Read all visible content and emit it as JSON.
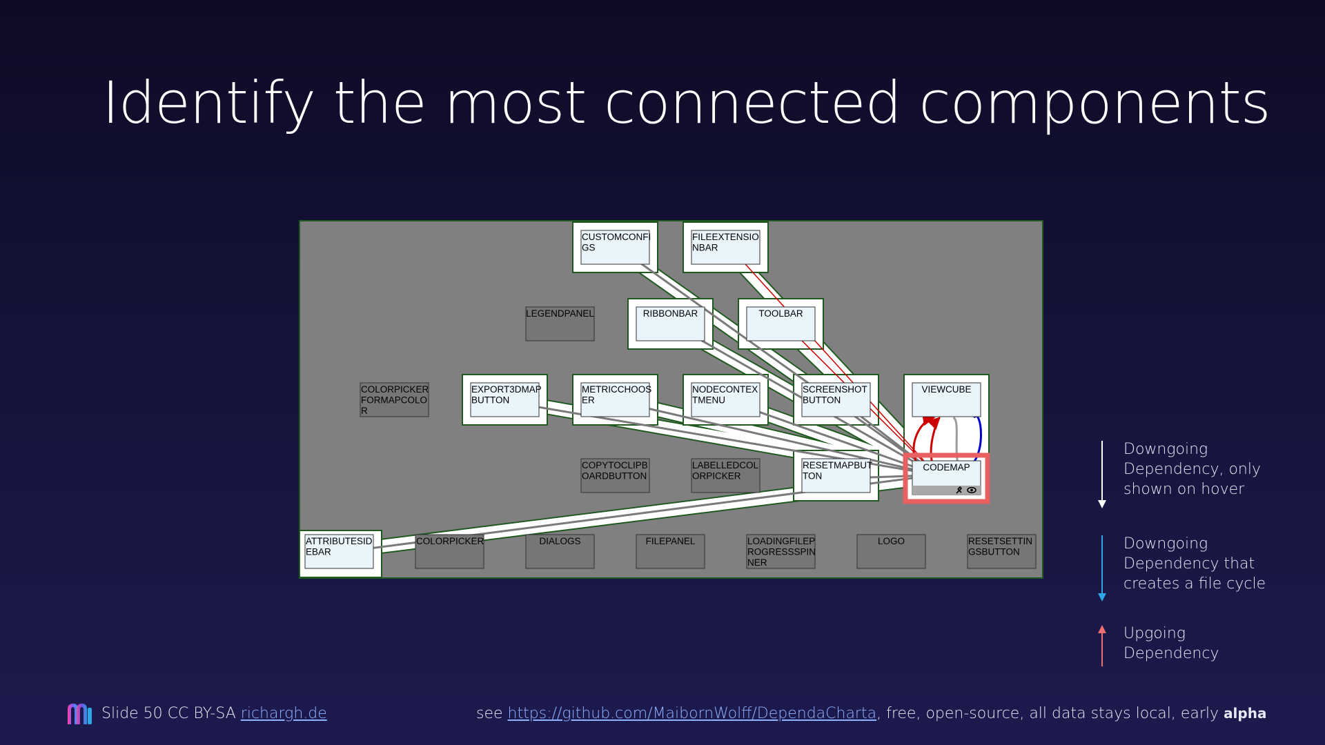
{
  "slide": {
    "title": "Identify the most connected components"
  },
  "diagram": {
    "nodes": [
      {
        "id": "customconfigs",
        "lines": [
          "CUSTOMCONFI",
          "GS"
        ],
        "state": "connected"
      },
      {
        "id": "fileextensionbar",
        "lines": [
          "FILEEXTENSIO",
          "NBAR"
        ],
        "state": "connected"
      },
      {
        "id": "legendpanel",
        "lines": [
          "LEGENDPANEL"
        ],
        "state": "disconnected"
      },
      {
        "id": "ribbonbar",
        "lines": [
          "RIBBONBAR"
        ],
        "state": "connected"
      },
      {
        "id": "toolbar",
        "lines": [
          "TOOLBAR"
        ],
        "state": "connected"
      },
      {
        "id": "colorpickerformapcolor",
        "lines": [
          "COLORPICKER",
          "FORMAPCOLO",
          "R"
        ],
        "state": "disconnected"
      },
      {
        "id": "export3dmapbutton",
        "lines": [
          "EXPORT3DMAP",
          "BUTTON"
        ],
        "state": "connected"
      },
      {
        "id": "metricchooser",
        "lines": [
          "METRICCHOOS",
          "ER"
        ],
        "state": "connected"
      },
      {
        "id": "nodecontextmenu",
        "lines": [
          "NODECONTEX",
          "TMENU"
        ],
        "state": "connected"
      },
      {
        "id": "screenshotbutton",
        "lines": [
          "SCREENSHOT",
          "BUTTON"
        ],
        "state": "connected"
      },
      {
        "id": "viewcube",
        "lines": [
          "VIEWCUBE"
        ],
        "state": "connected"
      },
      {
        "id": "copytoclipboardbutton",
        "lines": [
          "COPYTOCLIPB",
          "OARDBUTTON"
        ],
        "state": "disconnected"
      },
      {
        "id": "labelledcolorpicker",
        "lines": [
          "LABELLEDCOL",
          "ORPICKER"
        ],
        "state": "disconnected"
      },
      {
        "id": "resetmapbutton",
        "lines": [
          "RESETMAPBUT",
          "TON"
        ],
        "state": "connected"
      },
      {
        "id": "codemap",
        "lines": [
          "CODEMAP"
        ],
        "state": "selected"
      },
      {
        "id": "attributesidebar",
        "lines": [
          "ATTRIBUTESID",
          "EBAR"
        ],
        "state": "connected"
      },
      {
        "id": "colorpicker",
        "lines": [
          "COLORPICKER"
        ],
        "state": "disconnected"
      },
      {
        "id": "dialogs",
        "lines": [
          "DIALOGS"
        ],
        "state": "disconnected"
      },
      {
        "id": "filepanel",
        "lines": [
          "FILEPANEL"
        ],
        "state": "disconnected"
      },
      {
        "id": "loadingfileprogressspinner",
        "lines": [
          "LOADINGFILEP",
          "ROGRESSSPIN",
          "NER"
        ],
        "state": "disconnected"
      },
      {
        "id": "logo",
        "lines": [
          "LOGO"
        ],
        "state": "disconnected"
      },
      {
        "id": "resetsettingsbutton",
        "lines": [
          "RESETSETTIN",
          "GSBUTTON"
        ],
        "state": "disconnected"
      }
    ],
    "edges": [
      {
        "from": "codemap",
        "to": "customconfigs",
        "type": "downgoing"
      },
      {
        "from": "codemap",
        "to": "fileextensionbar",
        "type": "upgoing"
      },
      {
        "from": "codemap",
        "to": "ribbonbar",
        "type": "downgoing"
      },
      {
        "from": "codemap",
        "to": "toolbar",
        "type": "upgoing"
      },
      {
        "from": "codemap",
        "to": "export3dmapbutton",
        "type": "downgoing"
      },
      {
        "from": "codemap",
        "to": "metricchooser",
        "type": "downgoing"
      },
      {
        "from": "codemap",
        "to": "nodecontextmenu",
        "type": "downgoing"
      },
      {
        "from": "codemap",
        "to": "screenshotbutton",
        "type": "downgoing"
      },
      {
        "from": "codemap",
        "to": "viewcube",
        "type": "cycle"
      },
      {
        "from": "codemap",
        "to": "resetmapbutton",
        "type": "downgoing"
      },
      {
        "from": "codemap",
        "to": "attributesidebar",
        "type": "downgoing"
      }
    ],
    "colors": {
      "canvas": "#808080",
      "connected_fill": "#eaf4fb",
      "disconnected_fill": "#767676",
      "edge_gray": "#7a7a7a",
      "edge_red": "#cc0000",
      "edge_blue": "#0000cc",
      "selection": "#e86060",
      "border_green": "#1e5a1e"
    },
    "node_icons": [
      "pin-icon",
      "eye-icon"
    ]
  },
  "legend": {
    "items": [
      {
        "text": "Downgoing\nDependency, only\nshown on hover",
        "color": "#ffffff"
      },
      {
        "text": "Downgoing\nDependency  that\ncreates a file cycle",
        "color": "#2fa6e8"
      },
      {
        "text": "Upgoing\nDependency",
        "color": "#ee7070"
      }
    ]
  },
  "footer": {
    "slide_text": "Slide 50 CC BY-SA ",
    "site_link": "richargh.de",
    "see_text": "see ",
    "repo_link": "https://github.com/MaibornWolff/DependaCharta",
    "tail_text": ", free, open-source, all data stays local, early ",
    "alpha_text": "alpha"
  }
}
